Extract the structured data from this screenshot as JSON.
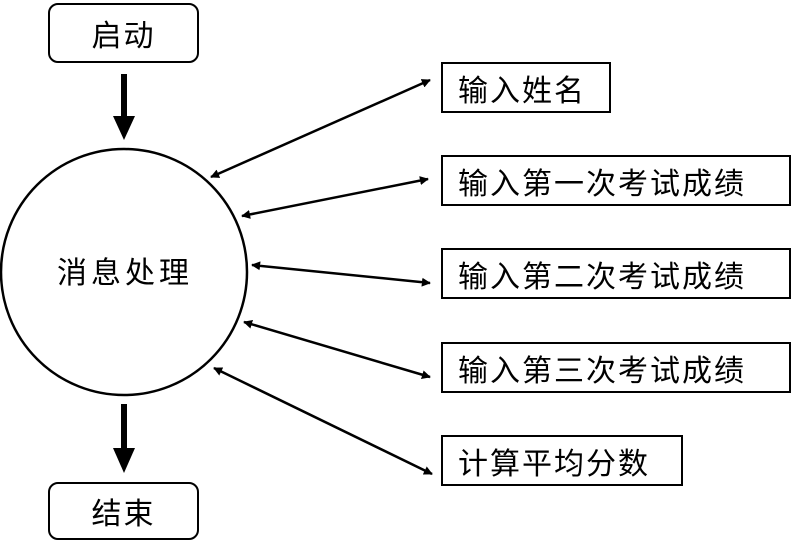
{
  "diagram": {
    "start": "启动",
    "process": "消息处理",
    "end": "结束",
    "inputs": [
      "输入姓名",
      "输入第一次考试成绩",
      "输入第二次考试成绩",
      "输入第三次考试成绩",
      "计算平均分数"
    ]
  }
}
